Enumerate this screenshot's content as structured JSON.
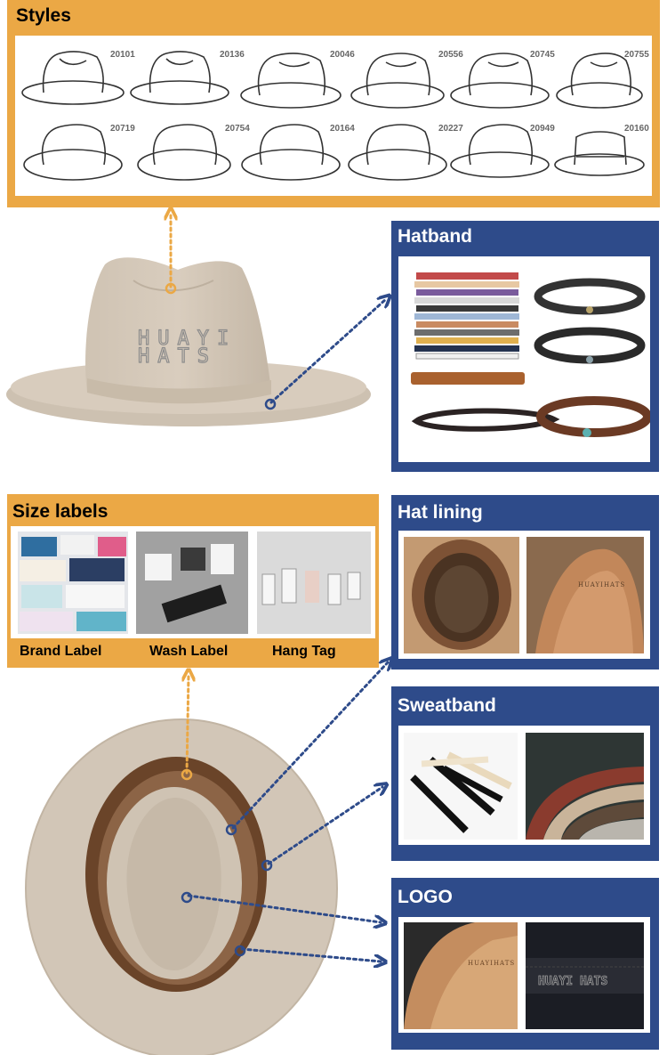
{
  "styles": {
    "title": "Styles",
    "codes_row1": [
      "20101",
      "20136",
      "20046",
      "20556",
      "20745",
      "20755"
    ],
    "codes_row2": [
      "20719",
      "20754",
      "20164",
      "20227",
      "20949",
      "20160"
    ]
  },
  "hatband": {
    "title": "Hatband"
  },
  "size_labels": {
    "title": "Size labels",
    "captions": [
      "Brand Label",
      "Wash Label",
      "Hang Tag"
    ]
  },
  "hat_lining": {
    "title": "Hat lining"
  },
  "sweatband": {
    "title": "Sweatband"
  },
  "logo": {
    "title": "LOGO"
  },
  "watermark": {
    "line1": "HUAYI",
    "line2": "HATS"
  },
  "lining_print": "HUAYIHATS",
  "logo_print1": "HUAYIHATS",
  "logo_print2": "HUAYI HATS",
  "colors": {
    "orange": "#eba845",
    "blue": "#2e4b8a",
    "felt": "#d2c6b7"
  }
}
